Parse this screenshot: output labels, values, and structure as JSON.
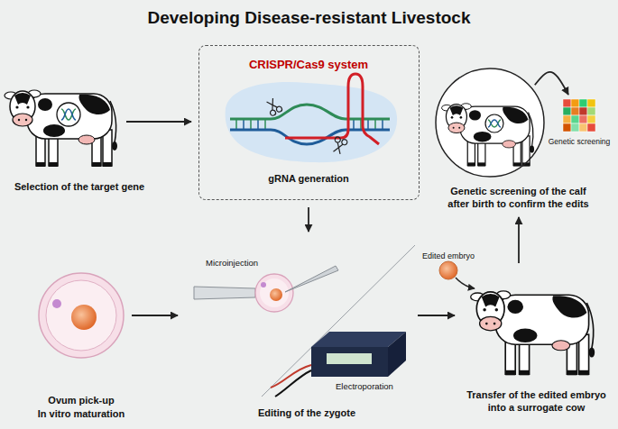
{
  "diagram": {
    "title": "Developing Disease-resistant Livestock",
    "nodes": [
      {
        "text": [
          "Selection of the target gene"
        ]
      },
      {
        "text": [
          "CRISPR/Cas9 system",
          "gRNA generation"
        ]
      },
      {
        "text": [
          "Genetic screening of the calf after birth to confirm the edits"
        ]
      },
      {
        "text": [
          "Genetic screening"
        ]
      },
      {
        "text": [
          "Ovum pick-up",
          "In vitro maturation"
        ]
      },
      {
        "text": [
          "Editing of the zygote"
        ]
      },
      {
        "text": [
          "Transfer of the edited embryo into a surrogate cow"
        ]
      }
    ],
    "edges": [
      {
        "from": 0,
        "to": 1,
        "arrow": "to"
      },
      {
        "from": 1,
        "to": 5,
        "arrow": "to"
      },
      {
        "from": 2,
        "to": 3,
        "arrow": "to"
      },
      {
        "from": 4,
        "to": 5,
        "arrow": "to"
      },
      {
        "from": 5,
        "to": 6,
        "arrow": "to"
      },
      {
        "from": 6,
        "to": 2,
        "arrow": "to"
      }
    ],
    "labels": [
      "Microinjection",
      "Electroporation",
      "Edited embryo"
    ]
  }
}
